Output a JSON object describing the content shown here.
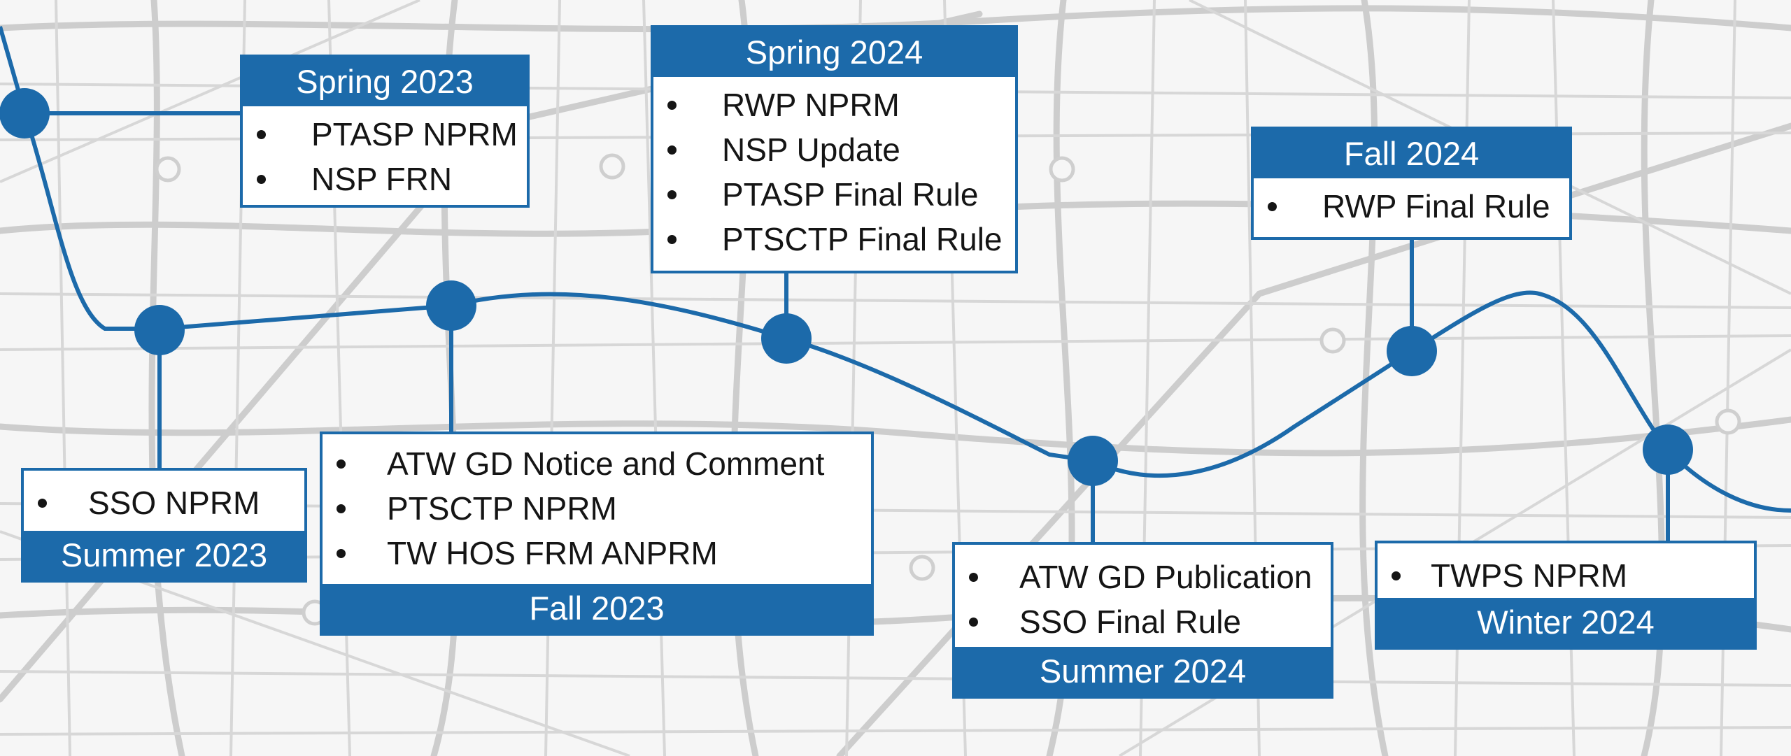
{
  "colors": {
    "route": "#1c6aaa",
    "box_header": "#1c6aaa",
    "box_body": "#ffffff",
    "street": "#c8c8c8",
    "map_bg": "#f6f6f6"
  },
  "stops": [
    {
      "id": "spring-2023",
      "title": "Spring 2023",
      "items": [
        "PTASP NPRM",
        "NSP FRN"
      ]
    },
    {
      "id": "summer-2023",
      "title": "Summer 2023",
      "items": [
        "SSO NPRM"
      ]
    },
    {
      "id": "fall-2023",
      "title": "Fall 2023",
      "items": [
        "ATW GD Notice and Comment",
        "PTSCTP NPRM",
        "TW HOS FRM ANPRM"
      ]
    },
    {
      "id": "spring-2024",
      "title": "Spring 2024",
      "items": [
        "RWP NPRM",
        "NSP Update",
        "PTASP Final Rule",
        "PTSCTP Final Rule"
      ]
    },
    {
      "id": "summer-2024",
      "title": "Summer 2024",
      "items": [
        "ATW GD Publication",
        "SSO Final Rule"
      ]
    },
    {
      "id": "fall-2024",
      "title": "Fall 2024",
      "items": [
        "RWP Final Rule"
      ]
    },
    {
      "id": "winter-2024",
      "title": "Winter 2024",
      "items": [
        "TWPS NPRM"
      ]
    }
  ]
}
